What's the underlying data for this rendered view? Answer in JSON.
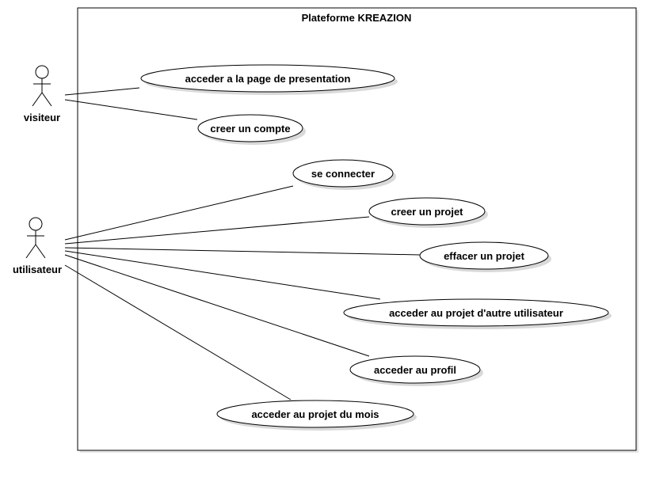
{
  "system": {
    "title": "Plateforme KREAZION"
  },
  "actors": [
    {
      "id": "visiteur",
      "label": "visiteur"
    },
    {
      "id": "utilisateur",
      "label": "utilisateur"
    }
  ],
  "use_cases": [
    {
      "id": "uc-presentation",
      "label": "acceder a la page de presentation"
    },
    {
      "id": "uc-creer-compte",
      "label": "creer un compte"
    },
    {
      "id": "uc-se-connecter",
      "label": "se connecter"
    },
    {
      "id": "uc-creer-projet",
      "label": "creer un projet"
    },
    {
      "id": "uc-effacer-projet",
      "label": "effacer un projet"
    },
    {
      "id": "uc-projet-autre",
      "label": "acceder au projet d'autre utilisateur"
    },
    {
      "id": "uc-profil",
      "label": "acceder au profil"
    },
    {
      "id": "uc-projet-mois",
      "label": "acceder au projet du mois"
    }
  ],
  "associations": [
    {
      "actor": "visiteur",
      "use_case": "uc-presentation"
    },
    {
      "actor": "visiteur",
      "use_case": "uc-creer-compte"
    },
    {
      "actor": "utilisateur",
      "use_case": "uc-se-connecter"
    },
    {
      "actor": "utilisateur",
      "use_case": "uc-creer-projet"
    },
    {
      "actor": "utilisateur",
      "use_case": "uc-effacer-projet"
    },
    {
      "actor": "utilisateur",
      "use_case": "uc-projet-autre"
    },
    {
      "actor": "utilisateur",
      "use_case": "uc-profil"
    },
    {
      "actor": "utilisateur",
      "use_case": "uc-projet-mois"
    }
  ],
  "colors": {
    "stroke": "#000000",
    "background": "#ffffff",
    "shadow": "#d9d9d9"
  }
}
